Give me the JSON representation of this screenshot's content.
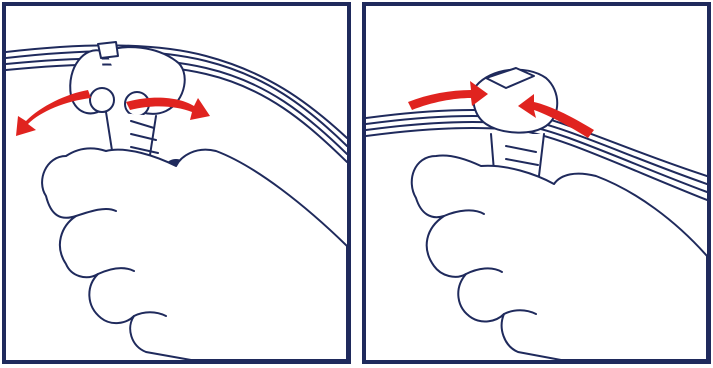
{
  "diagram": {
    "panels": [
      {
        "id": "step-1",
        "arrows": "outward",
        "description_icon": "hand-opening-clip"
      },
      {
        "id": "step-2",
        "arrows": "inward",
        "description_icon": "hand-closing-clip"
      }
    ],
    "colors": {
      "outline": "#1f2a5c",
      "arrow": "#e0231f",
      "background": "#ffffff"
    }
  }
}
